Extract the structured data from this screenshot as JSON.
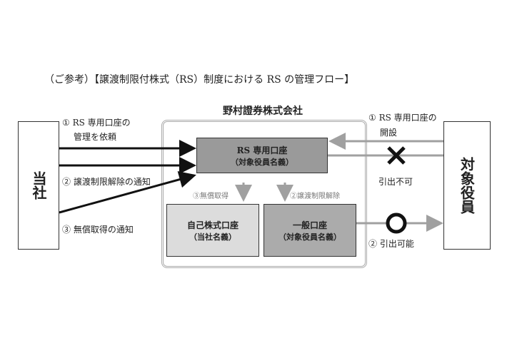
{
  "title": "（ご参考）【譲渡制限付株式（RS）制度における RS の管理フロー】",
  "company": "野村證券株式会社",
  "left_entity": "当社",
  "right_entity": "対象役員",
  "rs_account": {
    "name": "RS 専用口座",
    "owner": "（対象役員名義）"
  },
  "treasury_account": {
    "name": "自己株式口座",
    "owner": "（当社名義）"
  },
  "general_account": {
    "name": "一般口座",
    "owner": "（対象役員名義）"
  },
  "left_labels": {
    "l1a": "① RS 専用口座の",
    "l1b": "管理を依頼",
    "l2": "② 譲渡制限解除の通知",
    "l3": "③ 無償取得の通知"
  },
  "right_labels": {
    "r1a": "① RS 専用口座の",
    "r1b": "開設",
    "no_withdraw": "引出不可",
    "withdraw": "② 引出可能"
  },
  "inner_labels": {
    "acquire": "③無償取得",
    "release": "②譲渡制限解除"
  },
  "colors": {
    "rs": "#9a9a9a",
    "treasury": "#dcdcdc",
    "general": "#ababab",
    "grey_arrow": "#a0a0a0"
  }
}
